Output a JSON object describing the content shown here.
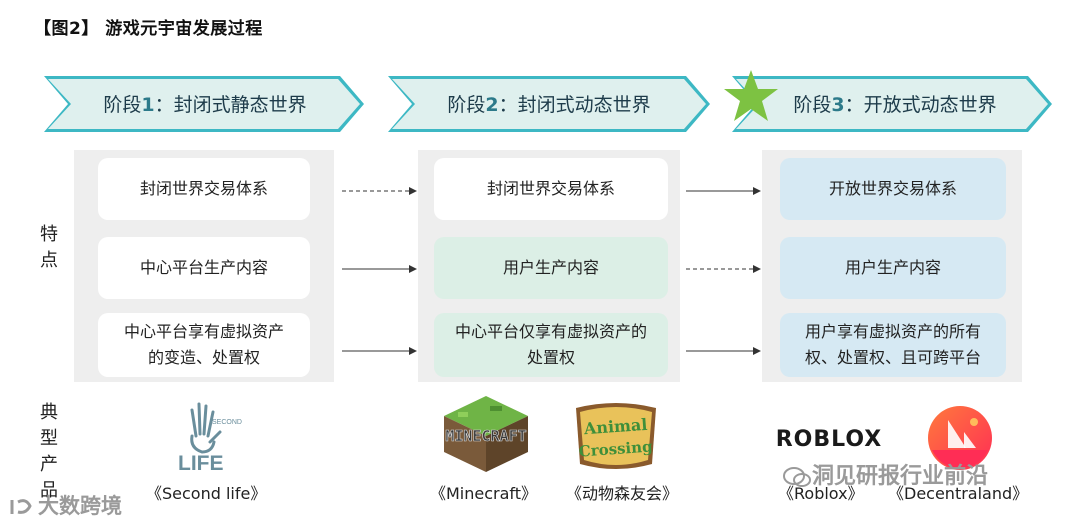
{
  "title": "【图2】 游戏元宇宙发展过程",
  "stages": [
    {
      "prefix": "阶段",
      "num": "1",
      "text": "：封闭式静态世界"
    },
    {
      "prefix": "阶段",
      "num": "2",
      "text": "：封闭式动态世界"
    },
    {
      "prefix": "阶段",
      "num": "3",
      "text": "：开放式动态世界"
    }
  ],
  "row_label_features": "特\n点",
  "row_label_products": "典\n型\n产\n品",
  "stage1_cards": [
    "封闭世界交易体系",
    "中心平台生产内容",
    "中心平台享有虚拟资产\n的变造、处置权"
  ],
  "stage2_cards": [
    "封闭世界交易体系",
    "用户生产内容",
    "中心平台仅享有虚拟资产的\n处置权"
  ],
  "stage3_cards": [
    "开放世界交易体系",
    "用户生产内容",
    "用户享有虚拟资产的所有\n权、处置权、且可跨平台"
  ],
  "products": {
    "second_life": {
      "logo_top": "SECOND",
      "logo_bottom": "LIFE",
      "caption": "《Second life》"
    },
    "minecraft": {
      "logo": "MINECRAFT",
      "caption": "《Minecraft》"
    },
    "animal_crossing": {
      "logo_line1": "Animal",
      "logo_line2": "Crossing",
      "caption": "《动物森友会》"
    },
    "roblox": {
      "logo": "ROBLOX",
      "caption": "《Roblox》"
    },
    "decentraland": {
      "caption": "《Decentraland》"
    }
  },
  "watermark_left": "大数跨境",
  "watermark_right": "洞见研报行业前沿",
  "colors": {
    "chevron_fill": "#dff0ee",
    "chevron_stroke": "#3db8c4",
    "star": "#7dc242",
    "card_green": "#dcefe6",
    "card_blue": "#d6e9f3",
    "panel": "#eeeeee"
  }
}
